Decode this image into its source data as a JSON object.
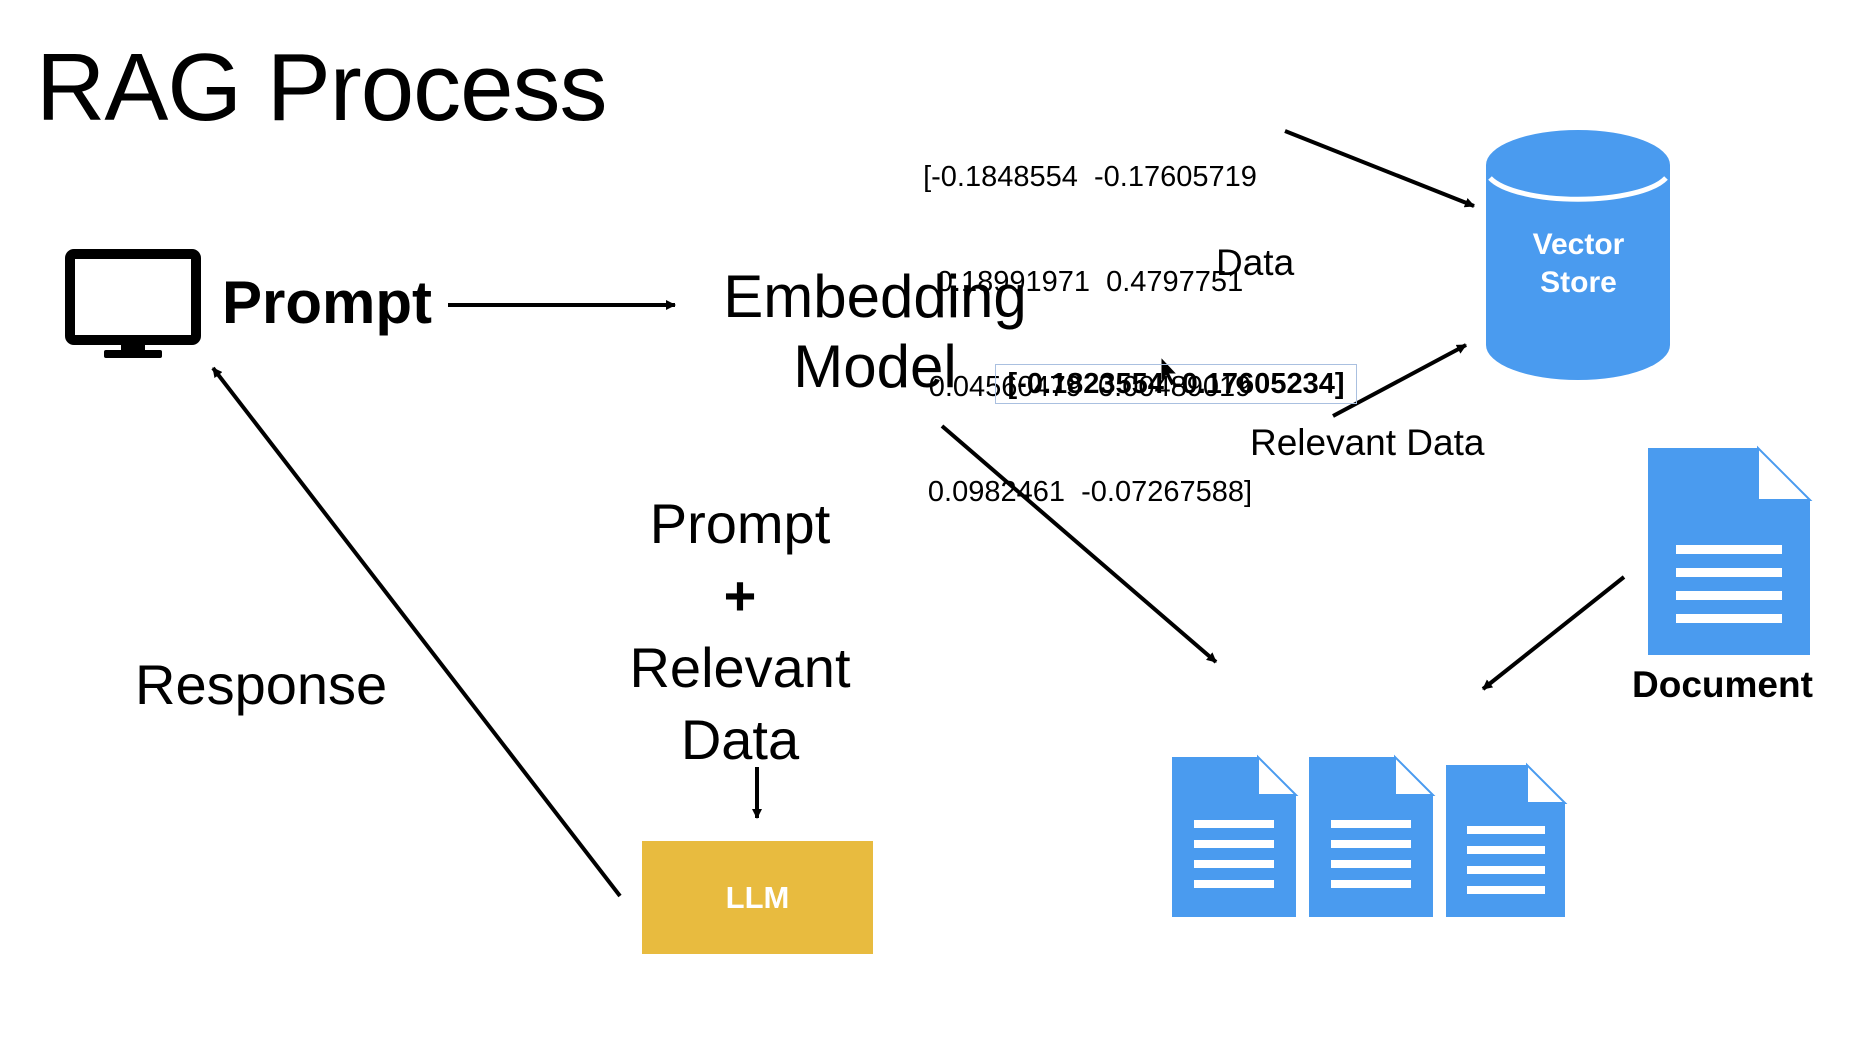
{
  "title": "RAG Process",
  "prompt_label": "Prompt",
  "embedding_model": {
    "line1": "Embedding",
    "line2": "Model"
  },
  "data_vector": {
    "rows": [
      "[-0.1848554  -0.17605719",
      "0.18991971  0.4797751",
      "0.04560479  0.00489019",
      "0.0982461  -0.07267588]"
    ]
  },
  "data_label": "Data",
  "vector_store": {
    "line1": "Vector",
    "line2": "Store"
  },
  "query_vector": "[-0.1823554  -0.17605234]",
  "relevant_data_label": "Relevant Data",
  "combined_input": {
    "line1": "Prompt",
    "line2": "+",
    "line3": "Relevant",
    "line4": "Data"
  },
  "llm_label": "LLM",
  "response_label": "Response",
  "document_label": "Document",
  "colors": {
    "blue": "#4a9bef",
    "llm_yellow": "#e8bb3f",
    "arrow": "#000000"
  },
  "icons": [
    "monitor-icon",
    "database-cylinder-icon",
    "document-icon",
    "document-chunk-icon",
    "mouse-cursor-icon"
  ]
}
